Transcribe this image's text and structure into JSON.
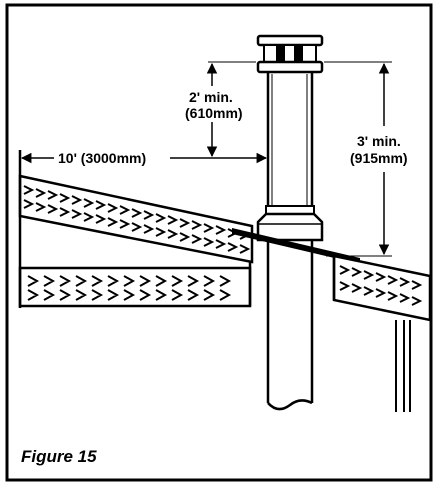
{
  "figure": {
    "caption": "Figure 15",
    "labels": {
      "horizontal_clearance": "10' (3000mm)",
      "chimney_above_line_line1": "2' min.",
      "chimney_above_line_line2": "(610mm)",
      "chimney_above_roof_line1": "3' min.",
      "chimney_above_roof_line2": "(915mm)"
    },
    "colors": {
      "ink": "#000000",
      "paper": "#ffffff"
    }
  }
}
